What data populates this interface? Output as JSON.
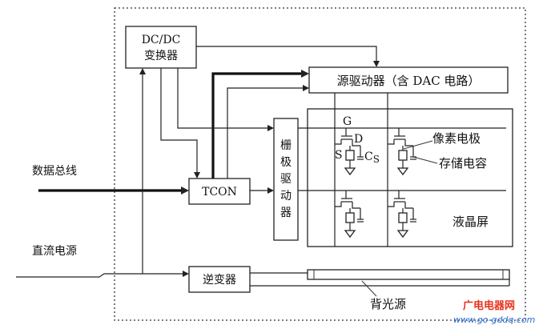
{
  "blocks": {
    "dcdc_line1": "DC/DC",
    "dcdc_line2": "变换器",
    "source_driver": "源驱动器（含 DAC 电路）",
    "tcon": "TCON",
    "gate_driver": [
      "栅",
      "极",
      "驱",
      "动",
      "器"
    ],
    "inverter": "逆变器"
  },
  "labels": {
    "data_bus": "数据总线",
    "dc_power": "直流电源",
    "gate": "G",
    "source": "S",
    "drain": "D",
    "cs": "C",
    "cs_sub": "S",
    "pixel_electrode": "像素电极",
    "storage_cap": "存储电容",
    "lcd_screen": "液晶屏",
    "backlight": "背光源"
  },
  "watermark": {
    "line1": "广电电器网",
    "line2": "www.go-gddq.com"
  },
  "colors": {
    "watermark_red": "#e8331c",
    "watermark_blue": "#2a6bd1"
  }
}
